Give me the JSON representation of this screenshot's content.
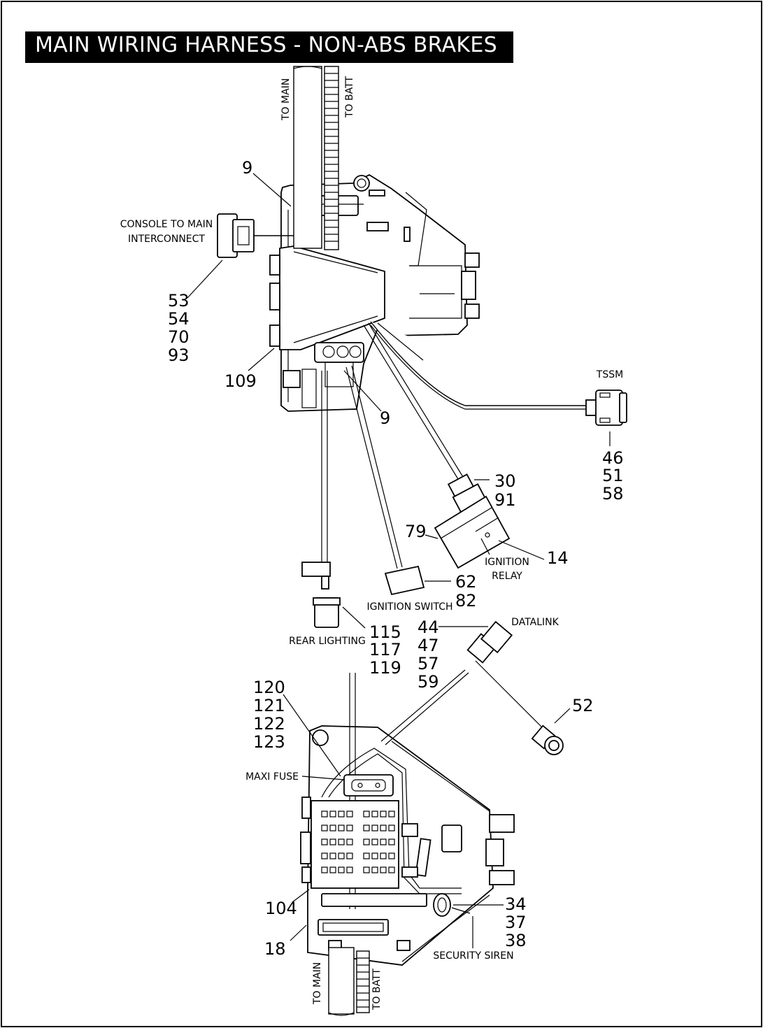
{
  "title": "MAIN WIRING HARNESS - NON-ABS BRAKES",
  "wire_labels": {
    "to_main": "TO MAIN",
    "to_batt": "TO BATT"
  },
  "callouts": {
    "c9_top": "9",
    "c9_mid": "9",
    "c109": "109",
    "c53": [
      "53",
      "54",
      "70",
      "93"
    ],
    "c46": [
      "46",
      "51",
      "58"
    ],
    "c30": [
      "30",
      "91"
    ],
    "c79": "79",
    "c14": "14",
    "c62": [
      "62",
      "82"
    ],
    "c115": [
      "115",
      "117",
      "119"
    ],
    "c44": [
      "44",
      "47",
      "57",
      "59"
    ],
    "c52": "52",
    "c120": [
      "120",
      "121",
      "122",
      "123"
    ],
    "c104": "104",
    "c18": "18",
    "c34": [
      "34",
      "37",
      "38"
    ]
  },
  "component_labels": {
    "console_to_main_interconnect": [
      "CONSOLE TO MAIN",
      "INTERCONNECT"
    ],
    "tssm": "TSSM",
    "ignition_relay": [
      "IGNITION",
      "RELAY"
    ],
    "ignition_switch": "IGNITION SWITCH",
    "rear_lighting": "REAR LIGHTING",
    "datalink": "DATALINK",
    "maxi_fuse": "MAXI FUSE",
    "security_siren": "SECURITY SIREN"
  }
}
